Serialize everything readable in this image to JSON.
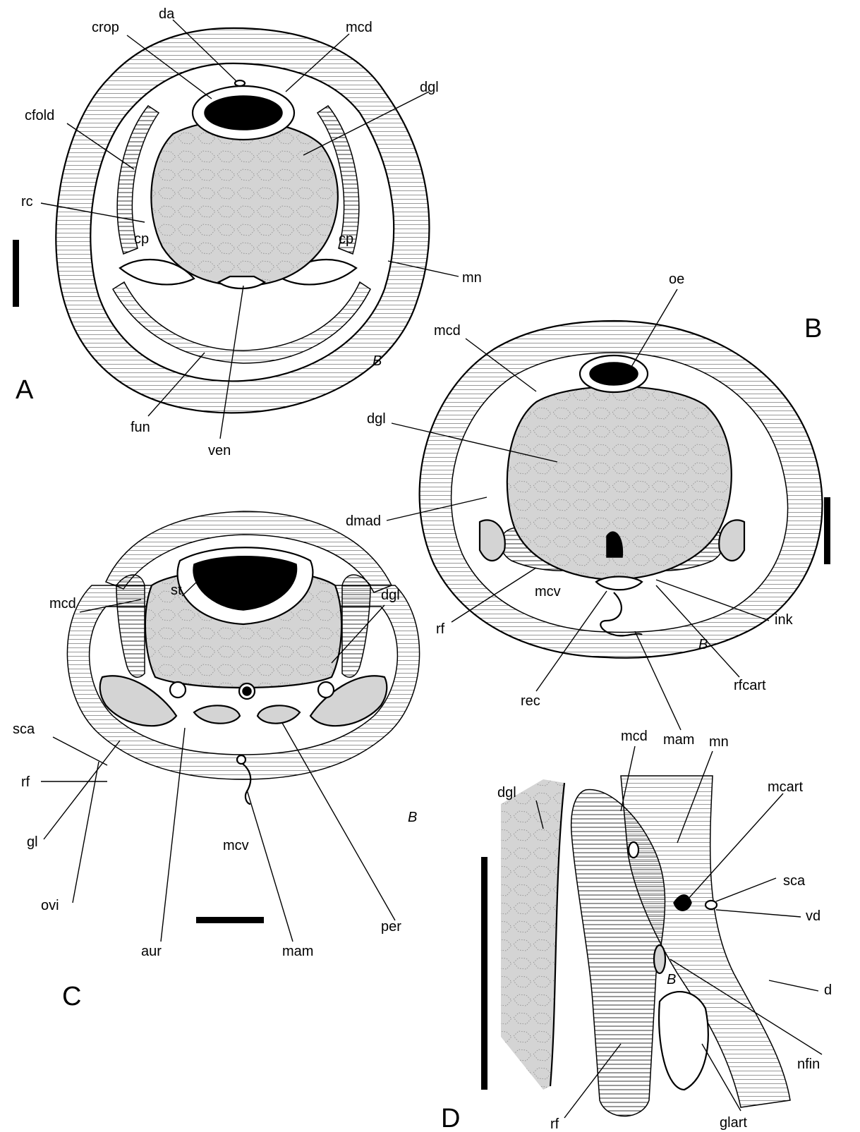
{
  "panels": {
    "A": {
      "letter": "A",
      "labels": {
        "da": "da",
        "crop": "crop",
        "mcd": "mcd",
        "dgl": "dgl",
        "cfold": "cfold",
        "rc": "rc",
        "cp_left": "cp",
        "cp_right": "cp",
        "mn": "mn",
        "fun": "fun",
        "ven": "ven"
      }
    },
    "B": {
      "letter": "B",
      "labels": {
        "oe": "oe",
        "mcd": "mcd",
        "dgl": "dgl",
        "dmad": "dmad",
        "mcv": "mcv",
        "rf": "rf",
        "ink": "ink",
        "rec": "rec",
        "rfcart": "rfcart",
        "mam": "mam"
      }
    },
    "C": {
      "letter": "C",
      "labels": {
        "st": "st",
        "mcd": "mcd",
        "dgl": "dgl",
        "sca": "sca",
        "rf": "rf",
        "gl": "gl",
        "mcv": "mcv",
        "ovi": "ovi",
        "aur": "aur",
        "mam": "mam",
        "per": "per"
      }
    },
    "D": {
      "letter": "D",
      "labels": {
        "mcd": "mcd",
        "mn": "mn",
        "dgl": "dgl",
        "mcart": "mcart",
        "sca": "sca",
        "vd": "vd",
        "d": "d",
        "nfin": "nfin",
        "rf": "rf",
        "glart": "glart"
      }
    }
  },
  "artist_mark": "B",
  "colors": {
    "line": "#000000",
    "gland_fill": "#d4d4d4",
    "background": "#ffffff"
  }
}
